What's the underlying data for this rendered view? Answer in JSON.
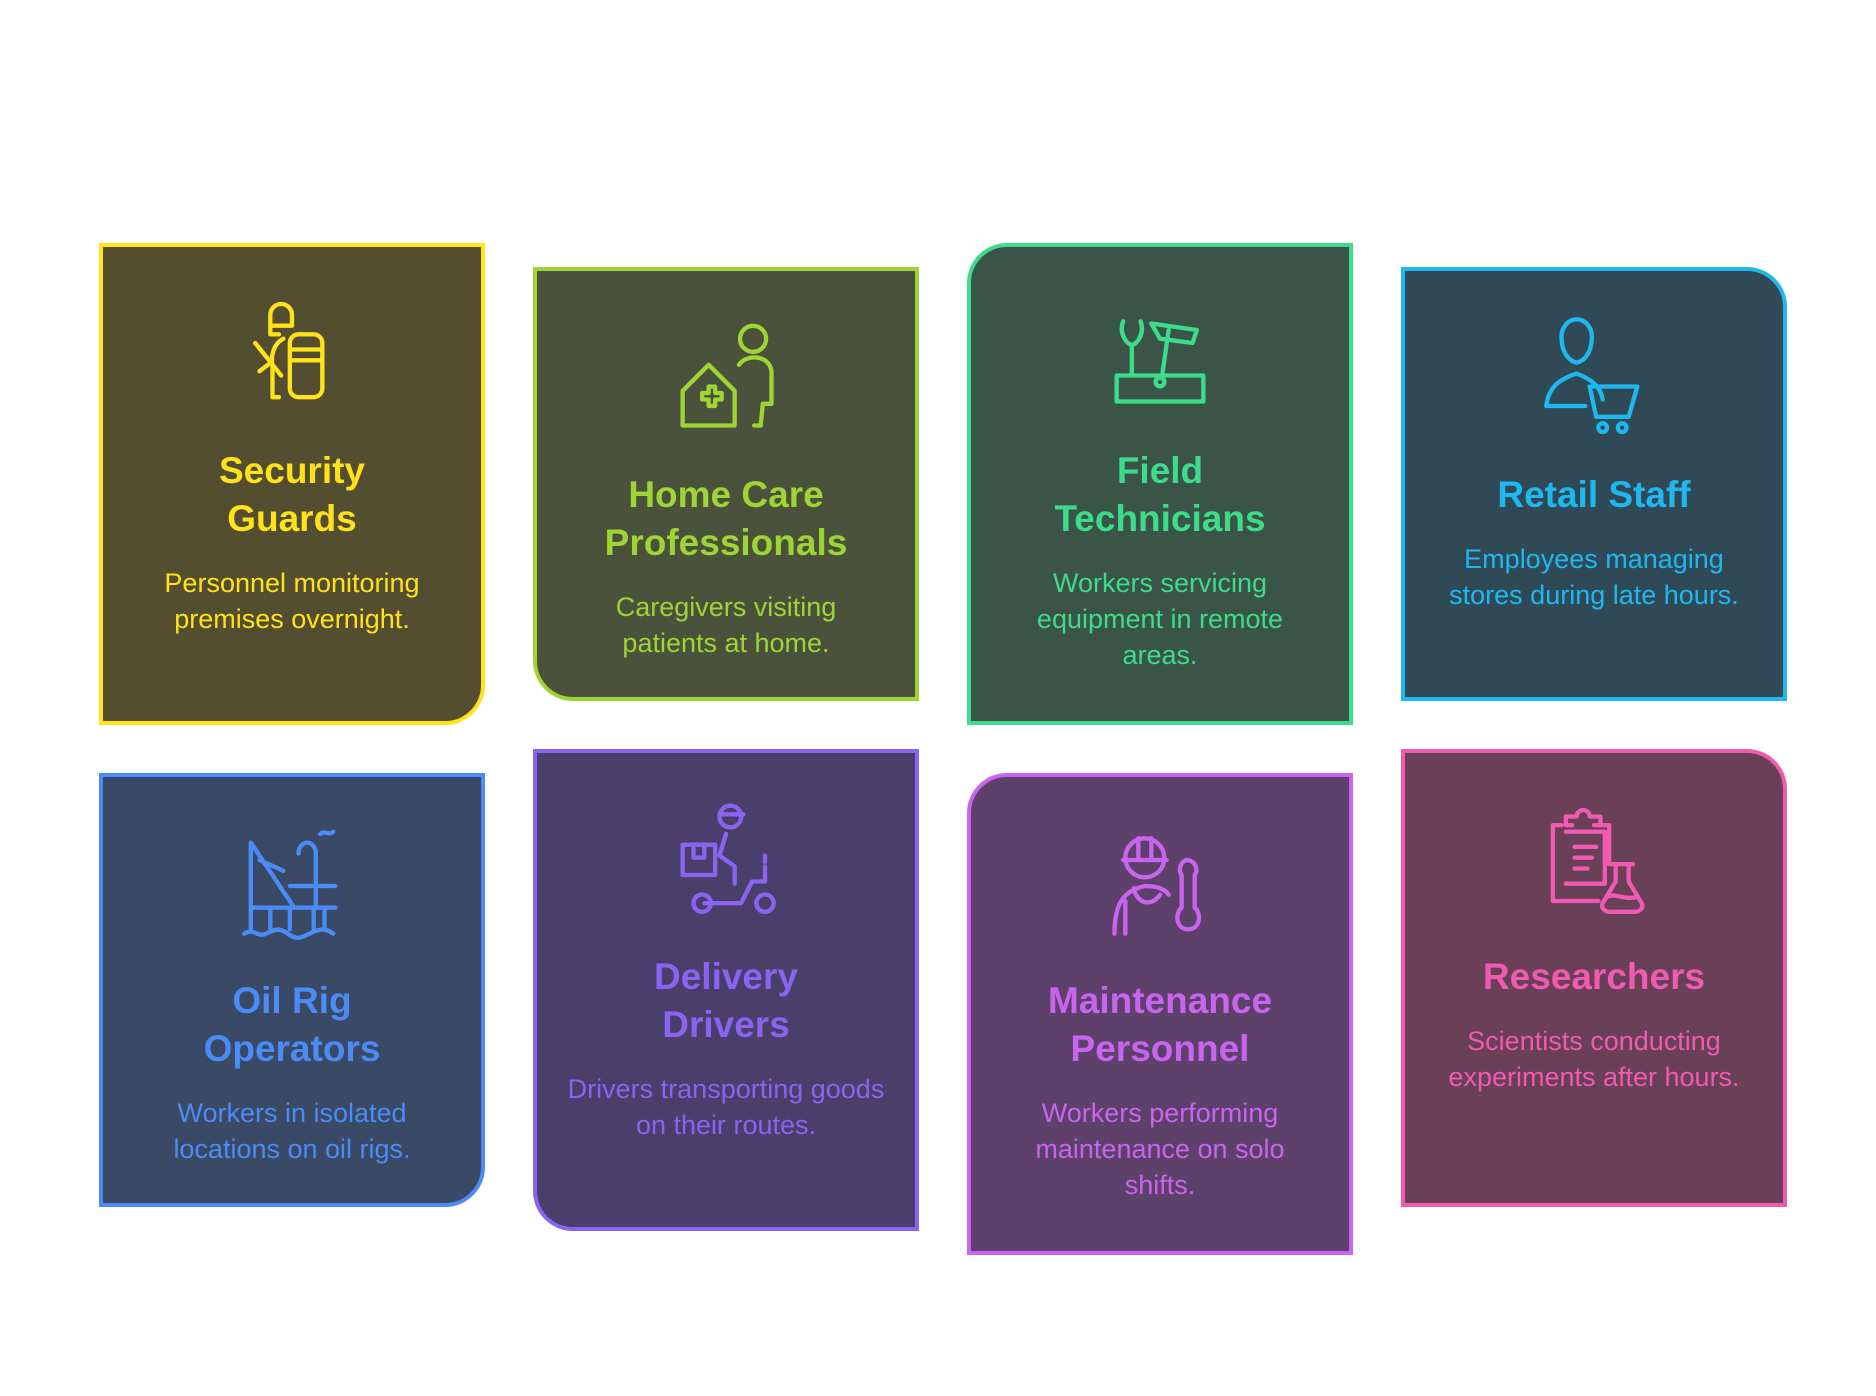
{
  "cards": [
    {
      "id": "security-guards",
      "title": "Security Guards",
      "title_lines": [
        "Security",
        "Guards"
      ],
      "description": "Personnel monitoring premises overnight.",
      "icon": "security-guard-icon",
      "color": "#FFE21A",
      "bg": "#544E30"
    },
    {
      "id": "home-care-professionals",
      "title": "Home Care Professionals",
      "title_lines": [
        "Home Care",
        "Professionals"
      ],
      "description": "Caregivers visiting patients at home.",
      "icon": "home-care-icon",
      "color": "#9ED534",
      "bg": "#4A523C"
    },
    {
      "id": "field-technicians",
      "title": "Field Technicians",
      "title_lines": [
        "Field",
        "Technicians"
      ],
      "description": "Workers servicing equipment in remote areas.",
      "icon": "toolbox-icon",
      "color": "#3DDC8A",
      "bg": "#3A5447"
    },
    {
      "id": "retail-staff",
      "title": "Retail Staff",
      "title_lines": [
        "Retail Staff"
      ],
      "description": "Employees managing stores during late hours.",
      "icon": "retail-cart-icon",
      "color": "#1EB8F0",
      "bg": "#2F4A56"
    },
    {
      "id": "oil-rig-operators",
      "title": "Oil Rig Operators",
      "title_lines": [
        "Oil Rig",
        "Operators"
      ],
      "description": "Workers in isolated locations on oil rigs.",
      "icon": "oil-rig-icon",
      "color": "#4B8BF5",
      "bg": "#3A4A66"
    },
    {
      "id": "delivery-drivers",
      "title": "Delivery Drivers",
      "title_lines": [
        "Delivery",
        "Drivers"
      ],
      "description": "Drivers transporting goods on their routes.",
      "icon": "delivery-scooter-icon",
      "color": "#8A63F0",
      "bg": "#4A3F6B"
    },
    {
      "id": "maintenance-personnel",
      "title": "Maintenance Personnel",
      "title_lines": [
        "Maintenance",
        "Personnel"
      ],
      "description": "Workers performing maintenance on solo shifts.",
      "icon": "maintenance-worker-icon",
      "color": "#C964F0",
      "bg": "#5E416A"
    },
    {
      "id": "researchers",
      "title": "Researchers",
      "title_lines": [
        "Researchers"
      ],
      "description": "Scientists conducting experiments after hours.",
      "icon": "clipboard-flask-icon",
      "color": "#F05AB0",
      "bg": "#6A3F58"
    }
  ]
}
